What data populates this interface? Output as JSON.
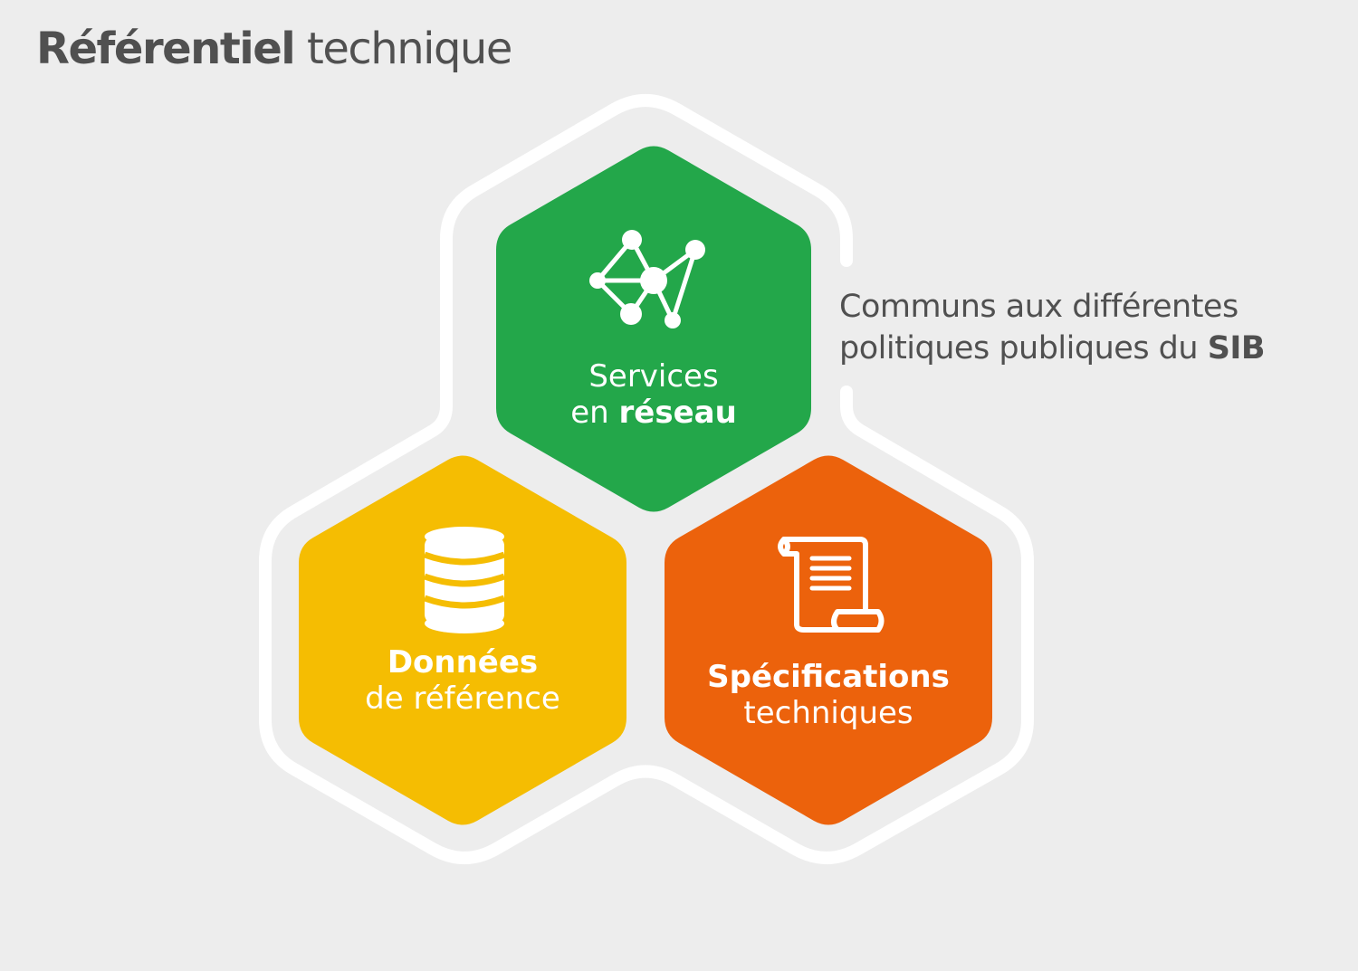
{
  "title": {
    "bold": "Référentiel",
    "light": "technique"
  },
  "note": {
    "line1": "Communs aux différentes",
    "line2_prefix": "politiques publiques du ",
    "line2_bold": "SIB"
  },
  "hexagons": [
    {
      "id": "services",
      "color": "#23a74a",
      "icon": "network-icon",
      "line1": "Services",
      "line2_prefix": "en ",
      "line2_bold": "réseau"
    },
    {
      "id": "donnees",
      "color": "#f5bd02",
      "icon": "database-icon",
      "line1_bold": "Données",
      "line2": "de référence"
    },
    {
      "id": "specifications",
      "color": "#ec620c",
      "icon": "scroll-document-icon",
      "line1_bold": "Spécifications",
      "line2": "techniques"
    }
  ],
  "colors": {
    "background": "#ededed",
    "outline": "#ffffff",
    "text": "#505050"
  }
}
